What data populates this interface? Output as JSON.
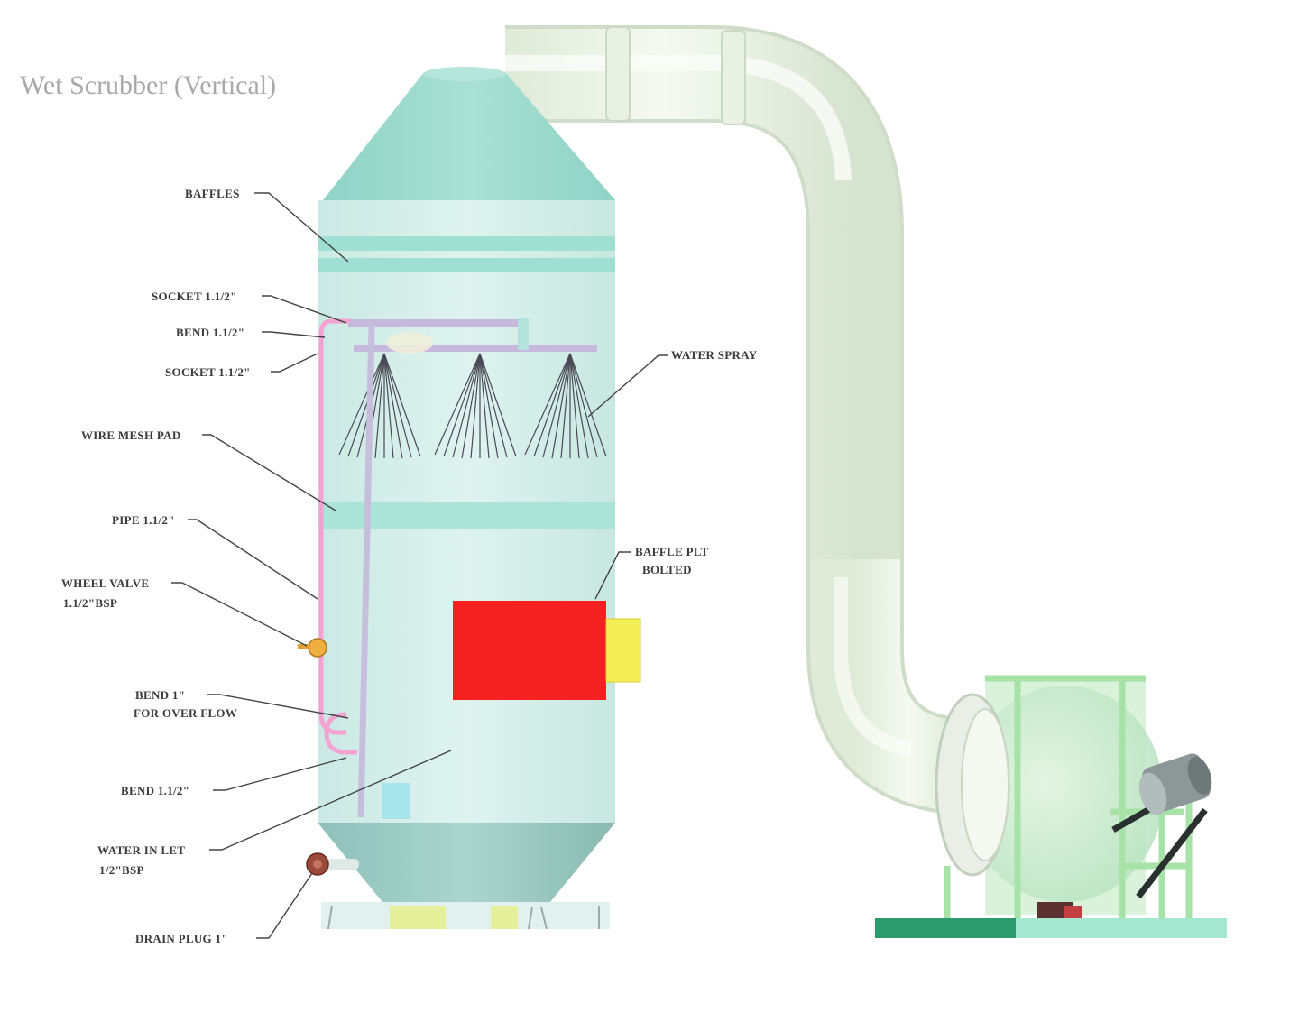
{
  "title": "Wet Scrubber (Vertical)",
  "labels": {
    "baffles": "BAFFLES",
    "socket_top": "SOCKET 1.1/2\"",
    "bend_top": "BEND 1.1/2\"",
    "socket_bottom": "SOCKET 1.1/2\"",
    "wire_mesh_pad": "WIRE MESH PAD",
    "pipe": "PIPE 1.1/2\"",
    "wheel_valve_1": "WHEEL VALVE",
    "wheel_valve_2": "1.1/2\"BSP",
    "bend_overflow_1": "BEND 1\"",
    "bend_overflow_2": "FOR OVER FLOW",
    "bend_bottom": "BEND 1.1/2\"",
    "water_inlet_1": "WATER IN LET",
    "water_inlet_2": "1/2\"BSP",
    "drain_plug": "DRAIN PLUG 1\"",
    "water_spray": "WATER SPRAY",
    "baffle_plt_1": "BAFFLE PLT",
    "baffle_plt_2": "BOLTED"
  },
  "colors": {
    "tower": "#d6efeb",
    "tower_shade": "#c3e4df",
    "cone": "#98d8cc",
    "band": "#a6e3d6",
    "pipe_pink": "#f3a2d2",
    "inner_pipe": "#c6bedd",
    "duct": "#eef5e8",
    "duct_shade": "#dbe8d6",
    "hatch": "#f52020",
    "hatch_handle": "#f3ee55",
    "valve": "#f0b040",
    "drain": "#9a4a3a",
    "fan_frame": "#b2e8b0",
    "fan_base_dark": "#2c9a6e",
    "fan_base_light": "#9ee6ce",
    "motor": "#8a9494"
  }
}
